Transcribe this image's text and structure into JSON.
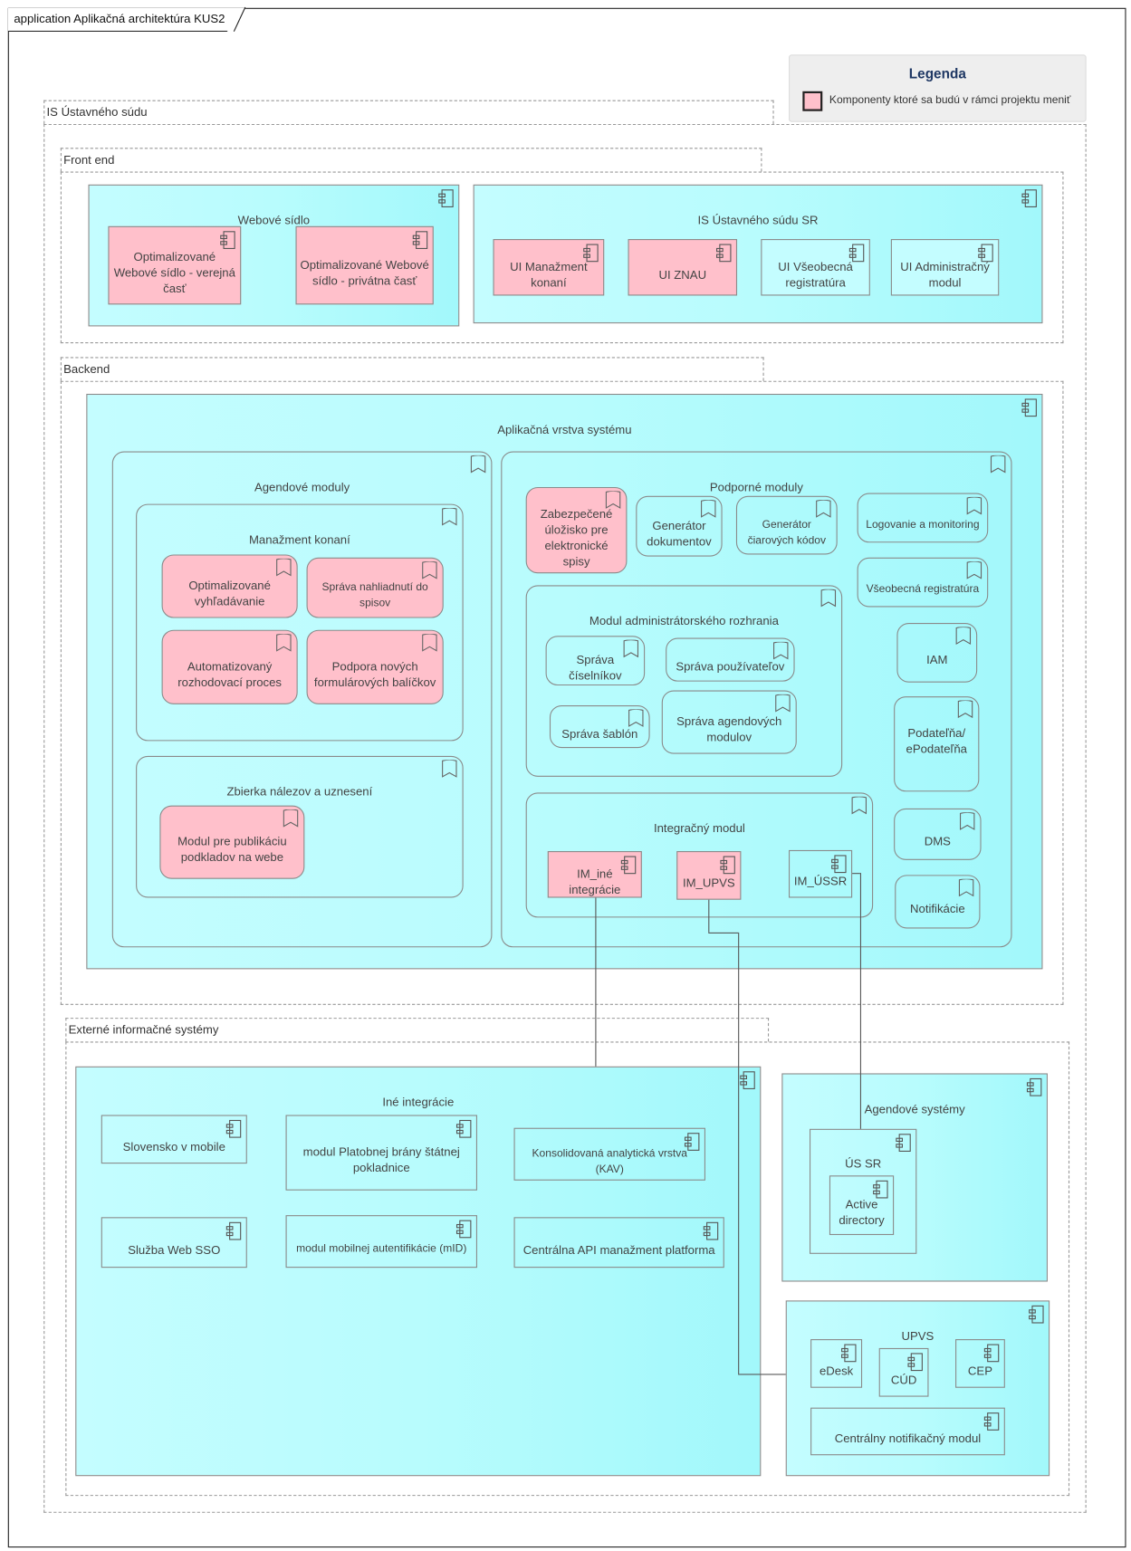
{
  "title": "application Aplikačná architektúra KUS2",
  "legend": {
    "heading": "Legenda",
    "item": "Komponenty ktoré sa budú v rámci projektu meniť",
    "colors": {
      "changed": "#ffc0cb",
      "existing": "#c4fdff",
      "heading": "#1f3864"
    }
  },
  "is_package": "IS Ústavného súdu",
  "frontend": {
    "label": "Front end",
    "web": {
      "title": "Webové sídlo",
      "items": [
        "Optimalizované Webové sídlo - verejná časť",
        "Optimalizované Webové sídlo - privátna časť"
      ]
    },
    "is_sr": {
      "title": "IS Ústavného súdu SR",
      "items": [
        "UI Manažment konaní",
        "UI ZNAU",
        "UI Všeobecná registratúra",
        "UI Administračný modul"
      ]
    }
  },
  "backend": {
    "label": "Backend",
    "app_layer": "Aplikačná vrstva systému",
    "agenda": {
      "title": "Agendové moduly",
      "mgmt": {
        "title": "Manažment konaní",
        "items": [
          "Optimalizované vyhľadávanie",
          "Správa nahliadnutí do spisov",
          "Automatizovaný rozhodovací proces",
          "Podpora nových formulárových balíčkov"
        ]
      },
      "collection": {
        "title": "Zbierka nálezov a uznesení",
        "items": [
          "Modul pre publikáciu podkladov na webe"
        ]
      }
    },
    "support": {
      "title": "Podporné moduly",
      "items": [
        "Zabezpečené úložisko pre elektronické spisy",
        "Generátor dokumentov",
        "Generátor čiarových kódov",
        "Logovanie a monitoring",
        "Všeobecná registratúra",
        "IAM",
        "Podateľňa/ ePodateľňa",
        "DMS",
        "Notifikácie"
      ],
      "admin": {
        "title": "Modul administrátorského rozhrania",
        "items": [
          "Správa číselníkov",
          "Správa používateľov",
          "Správa šablón",
          "Správa agendových modulov"
        ]
      },
      "integration": {
        "title": "Integračný modul",
        "items": [
          "IM_iné integrácie",
          "IM_UPVS",
          "IM_ÚSSR"
        ]
      }
    }
  },
  "external": {
    "label": "Externé informačné systémy",
    "other": {
      "title": "Iné integrácie",
      "items": [
        "Slovensko v mobile",
        "modul Platobnej brány štátnej pokladnice",
        "Konsolidovaná analytická vrstva (KAV)",
        "Služba Web SSO",
        "modul mobilnej autentifikácie (mID)",
        "Centrálna API manažment platforma"
      ]
    },
    "agenda_systems": {
      "title": "Agendové systémy",
      "us_sr": "ÚS SR",
      "ad": "Active directory"
    },
    "upvs": {
      "title": "UPVS",
      "items": [
        "eDesk",
        "CÚD",
        "CEP",
        "Centrálny notifikačný modul"
      ]
    }
  }
}
